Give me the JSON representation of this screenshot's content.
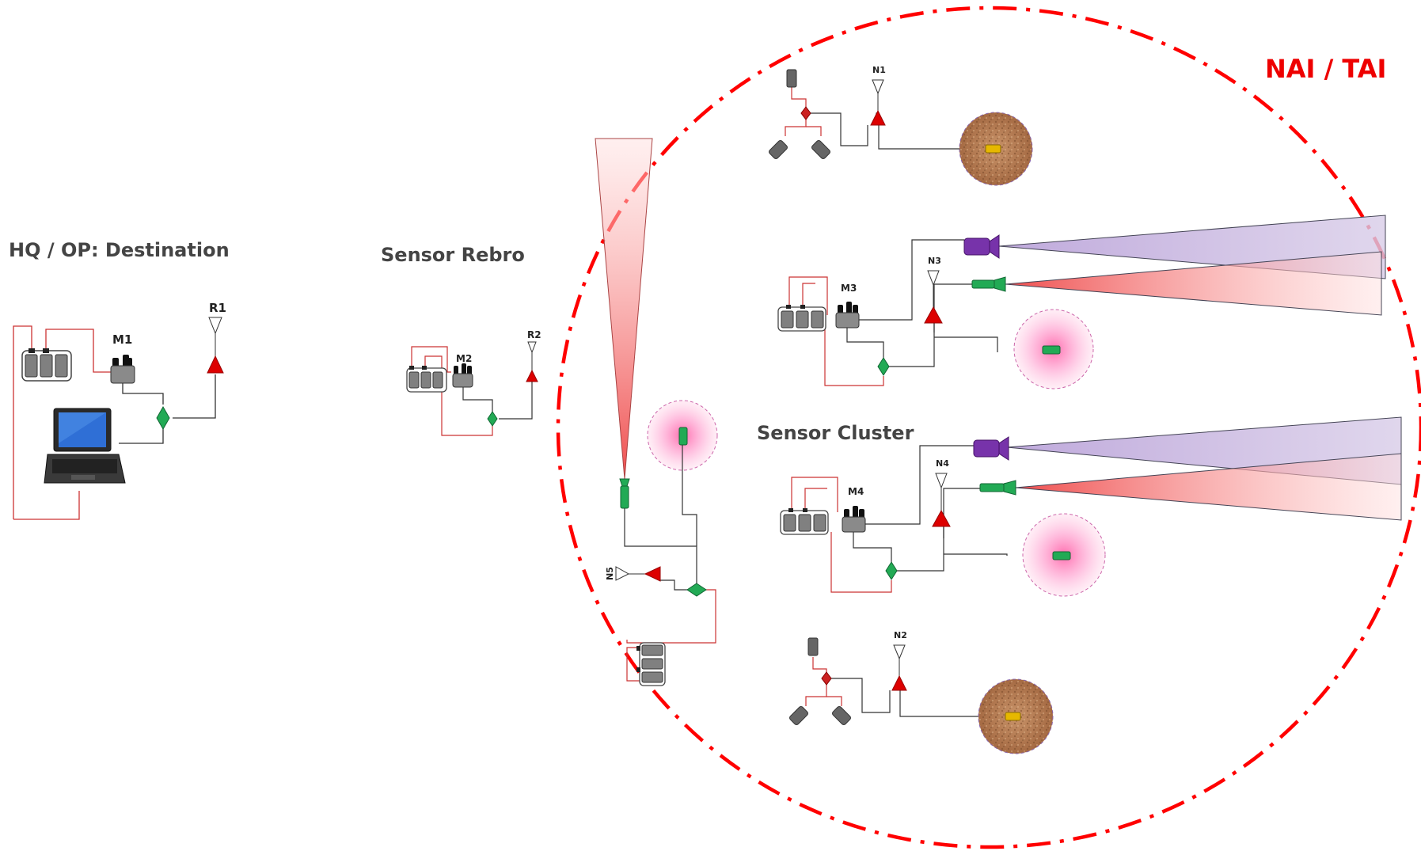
{
  "labels": {
    "hq_title": "HQ / OP: Destination",
    "rebro_title": "Sensor Rebro",
    "cluster_title": "Sensor Cluster",
    "zone_title": "NAI / TAI"
  },
  "nodes": {
    "m1": "M1",
    "r1": "R1",
    "m2": "M2",
    "r2": "R2",
    "m3": "M3",
    "n3": "N3",
    "m4": "M4",
    "n4": "N4",
    "n1": "N1",
    "n2": "N2",
    "n5": "N5"
  },
  "colors": {
    "zone": "#ff0000",
    "cable": "#cc3333",
    "wire": "#333333",
    "antenna": "#dd0000",
    "hub": "#22aa55",
    "camera": "#7733aa",
    "sensor": "#22aa55",
    "seismic": "#e6b800",
    "text": "#444444"
  },
  "icons": [
    "radio-module-icon",
    "battery-pack-icon",
    "laptop-icon",
    "antenna-icon",
    "hub-icon",
    "camera-icon",
    "sensor-icon",
    "seismic-sensor-icon",
    "geophone-icon"
  ]
}
